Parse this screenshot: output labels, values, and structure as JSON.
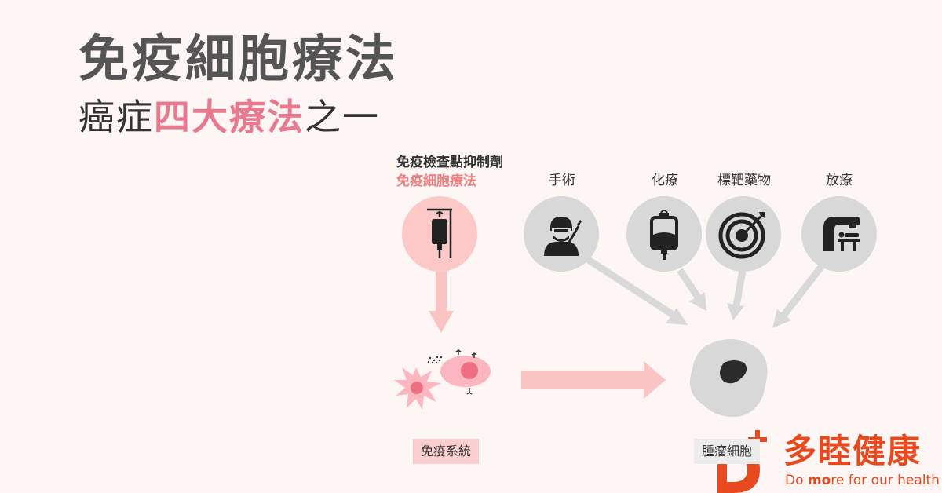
{
  "title": "免疫細胞療法",
  "subtitle": {
    "prefix": "癌症",
    "highlight": "四大療法",
    "suffix": "之一"
  },
  "immuno": {
    "line1": "免疫檢查點抑制劑",
    "line2": "免疫細胞療法"
  },
  "therapies": [
    "手術",
    "化療",
    "標靶藥物",
    "放療"
  ],
  "immune_system_label": "免疫系統",
  "tumor_cell_label": "腫瘤細胞",
  "brand": {
    "cn": "多睦健康",
    "en_do": "Do ",
    "en_mo": "mo",
    "en_rest": "re for our health"
  },
  "colors": {
    "accent_pink": "#e8798e",
    "brand_orange": "#e84a20",
    "circle_gray": "#d8d8d8"
  }
}
